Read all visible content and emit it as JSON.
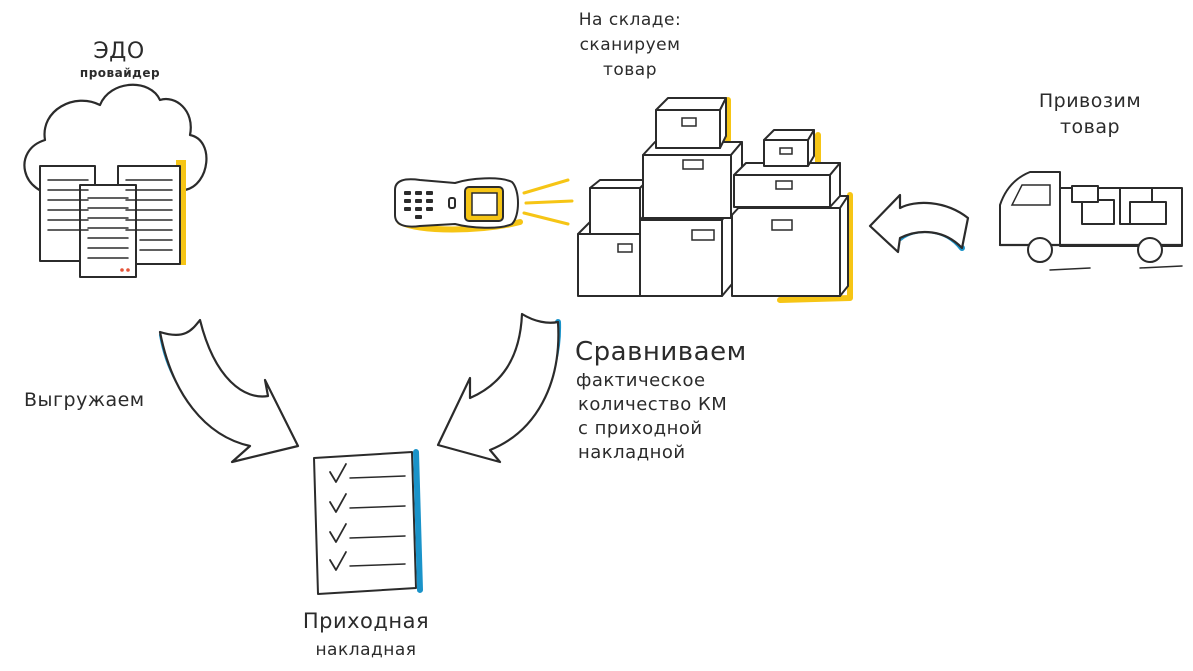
{
  "labels": {
    "edo_title": "ЭДО",
    "edo_subtitle": "провайдер",
    "warehouse_line1": "На складе:",
    "warehouse_line2": "сканируем",
    "warehouse_line3": "товар",
    "delivery_line1": "Привозим",
    "delivery_line2": "товар",
    "export": "Выгружаем",
    "compare_line1": "Сравниваем",
    "compare_line2": "фактическое",
    "compare_line3": "количество КМ",
    "compare_line4": "с приходной",
    "compare_line5": "накладной",
    "invoice_line1": "Приходная",
    "invoice_line2": "накладная"
  },
  "colors": {
    "ink": "#2b2b2b",
    "accent_yellow": "#f6c515",
    "accent_blue": "#1a93c9",
    "background": "#ffffff"
  },
  "icons": [
    "cloud-server-icon",
    "barcode-scanner-icon",
    "boxes-stack-icon",
    "delivery-truck-icon",
    "checklist-document-icon"
  ]
}
